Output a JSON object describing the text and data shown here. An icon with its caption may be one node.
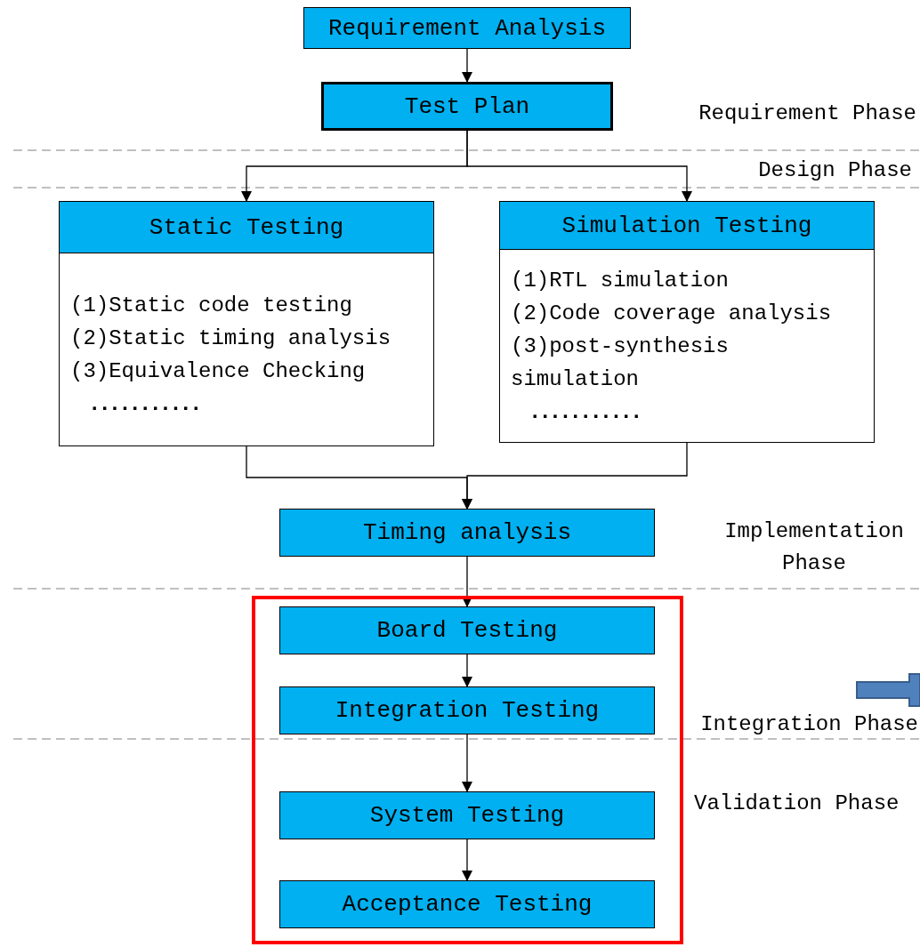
{
  "diagram": {
    "nodes": [
      {
        "text": [
          "Requirement Analysis"
        ]
      },
      {
        "text": [
          "Test Plan"
        ]
      },
      {
        "text": [
          "Static Testing",
          "(1)Static code testing",
          "(2)Static timing analysis",
          "(3)Equivalence Checking",
          "..........."
        ]
      },
      {
        "text": [
          "Simulation Testing",
          "(1)RTL simulation",
          "(2)Code coverage analysis",
          "(3)post-synthesis simulation",
          "..........."
        ]
      },
      {
        "text": [
          "Timing analysis"
        ]
      },
      {
        "text": [],
        "shape": "box"
      },
      {
        "text": [
          "Board Testing"
        ],
        "in": 5
      },
      {
        "text": [
          "Integration Testing"
        ],
        "in": 5
      },
      {
        "text": [
          "System Testing"
        ],
        "in": 5
      },
      {
        "text": [
          "Acceptance Testing"
        ],
        "in": 5
      }
    ],
    "edges": [
      {
        "from": 0,
        "to": 1,
        "arrow": "to"
      },
      {
        "from": 1,
        "to": 2,
        "arrow": "to"
      },
      {
        "from": 1,
        "to": 3,
        "arrow": "to"
      },
      {
        "from": 2,
        "to": 4,
        "arrow": "to"
      },
      {
        "from": 3,
        "to": 4,
        "arrow": "to"
      },
      {
        "from": 4,
        "to": 6,
        "arrow": "to"
      },
      {
        "from": 6,
        "to": 7,
        "arrow": "to"
      },
      {
        "from": 7,
        "to": 8,
        "arrow": "to"
      },
      {
        "from": 8,
        "to": 9,
        "arrow": "to"
      }
    ],
    "labels": [
      "Requirement Phase",
      "Design Phase",
      "Implementation Phase",
      "Integration Phase",
      "Validation Phase"
    ]
  }
}
